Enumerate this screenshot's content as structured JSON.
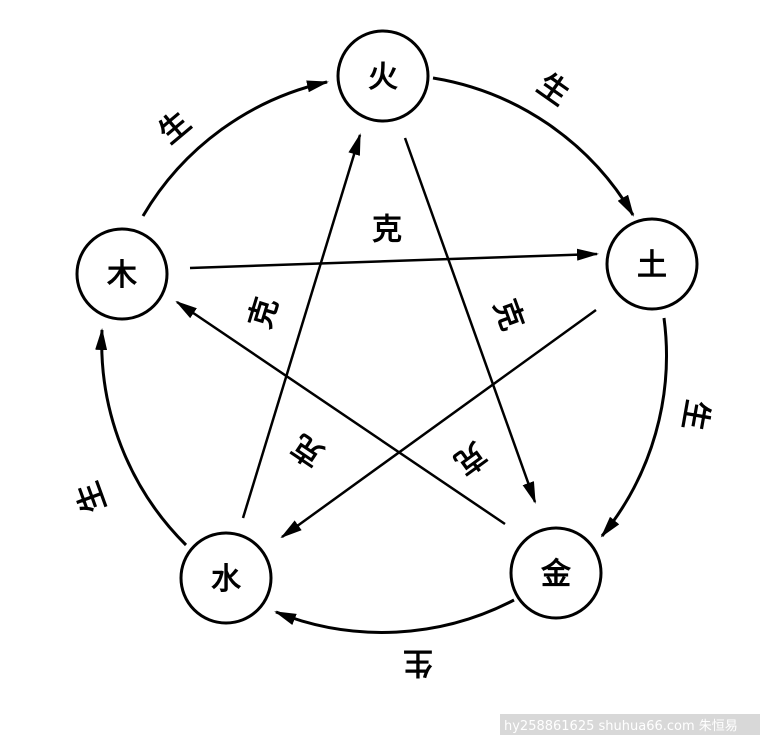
{
  "elements": {
    "fire": "火",
    "earth": "土",
    "metal": "金",
    "water": "水",
    "wood": "木"
  },
  "relations": {
    "generate": "生",
    "restrain": "克"
  },
  "watermark": "hy258861625 shuhua66.com 朱恒易",
  "colors": {
    "ink": "#000000",
    "background": "#ffffff"
  }
}
